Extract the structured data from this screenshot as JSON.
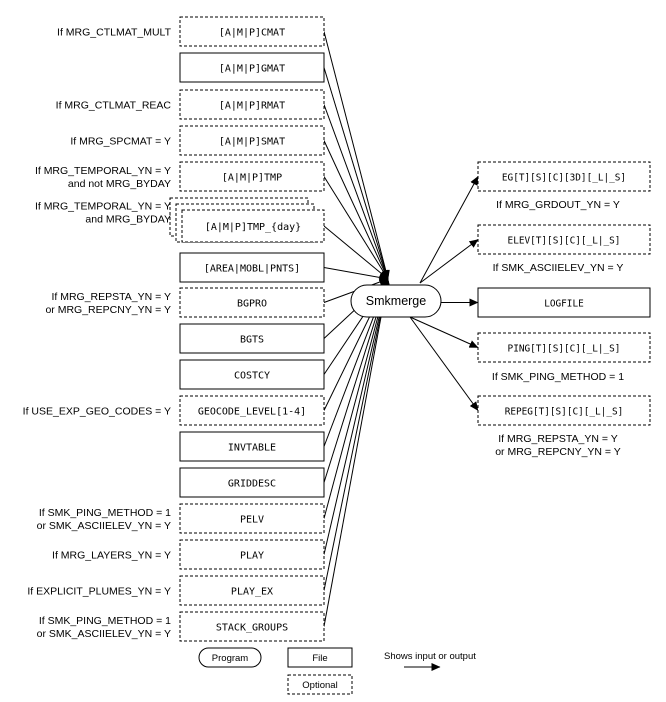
{
  "program": {
    "label": "Smkmerge"
  },
  "inputs": [
    {
      "id": "ctlmat",
      "label": "[A|M|P]CMAT",
      "optional": true,
      "condition": [
        "If MRG_CTLMAT_MULT"
      ]
    },
    {
      "id": "gmat",
      "label": "[A|M|P]GMAT",
      "optional": false,
      "condition": []
    },
    {
      "id": "rmat",
      "label": "[A|M|P]RMAT",
      "optional": true,
      "condition": [
        "If MRG_CTLMAT_REAC"
      ]
    },
    {
      "id": "smat",
      "label": "[A|M|P]SMAT",
      "optional": true,
      "condition": [
        "If MRG_SPCMAT = Y"
      ]
    },
    {
      "id": "tmp",
      "label": "[A|M|P]TMP",
      "optional": true,
      "condition": [
        "If MRG_TEMPORAL_YN = Y",
        "and not MRG_BYDAY"
      ]
    },
    {
      "id": "tmpday",
      "label": "[A|M|P]TMP_{day}",
      "optional": true,
      "stacked": true,
      "condition": [
        "If MRG_TEMPORAL_YN = Y",
        "and MRG_BYDAY"
      ]
    },
    {
      "id": "pnts",
      "label": "[AREA|MOBL|PNTS]",
      "optional": false,
      "condition": []
    },
    {
      "id": "bgpro",
      "label": "BGPRO",
      "optional": true,
      "condition": [
        "If MRG_REPSTA_YN = Y",
        "or MRG_REPCNY_YN = Y"
      ]
    },
    {
      "id": "bgts",
      "label": "BGTS",
      "optional": false,
      "condition": []
    },
    {
      "id": "costcy",
      "label": "COSTCY",
      "optional": false,
      "condition": []
    },
    {
      "id": "geocode",
      "label": "GEOCODE_LEVEL[1-4]",
      "optional": true,
      "condition": [
        "If USE_EXP_GEO_CODES = Y"
      ]
    },
    {
      "id": "invtable",
      "label": "INVTABLE",
      "optional": false,
      "condition": []
    },
    {
      "id": "griddesc",
      "label": "GRIDDESC",
      "optional": false,
      "condition": []
    },
    {
      "id": "pelv",
      "label": "PELV",
      "optional": true,
      "condition": [
        "If SMK_PING_METHOD = 1",
        "or SMK_ASCIIELEV_YN = Y"
      ]
    },
    {
      "id": "play",
      "label": "PLAY",
      "optional": true,
      "condition": [
        "If MRG_LAYERS_YN = Y"
      ]
    },
    {
      "id": "playex",
      "label": "PLAY_EX",
      "optional": true,
      "condition": [
        "If EXPLICIT_PLUMES_YN = Y"
      ]
    },
    {
      "id": "stackgroups",
      "label": "STACK_GROUPS",
      "optional": true,
      "condition": [
        "If SMK_PING_METHOD = 1",
        "or SMK_ASCIIELEV_YN = Y"
      ]
    }
  ],
  "outputs": [
    {
      "id": "egts",
      "label": "EG[T][S][C][3D][_L|_S]",
      "optional": true,
      "condition": [
        "If MRG_GRDOUT_YN = Y"
      ]
    },
    {
      "id": "elev",
      "label": "ELEV[T][S][C][_L|_S]",
      "optional": true,
      "condition": [
        "If SMK_ASCIIELEV_YN = Y"
      ]
    },
    {
      "id": "logfile",
      "label": "LOGFILE",
      "optional": false,
      "condition": []
    },
    {
      "id": "ping",
      "label": "PING[T][S][C][_L|_S]",
      "optional": true,
      "condition": [
        "If SMK_PING_METHOD = 1"
      ]
    },
    {
      "id": "repeg",
      "label": "REPEG[T][S][C][_L|_S]",
      "optional": true,
      "condition": [
        "If MRG_REPSTA_YN = Y",
        "or MRG_REPCNY_YN = Y"
      ]
    }
  ],
  "legend": {
    "program": "Program",
    "file": "File",
    "optional": "Optional",
    "arrow": "Shows input or output"
  }
}
